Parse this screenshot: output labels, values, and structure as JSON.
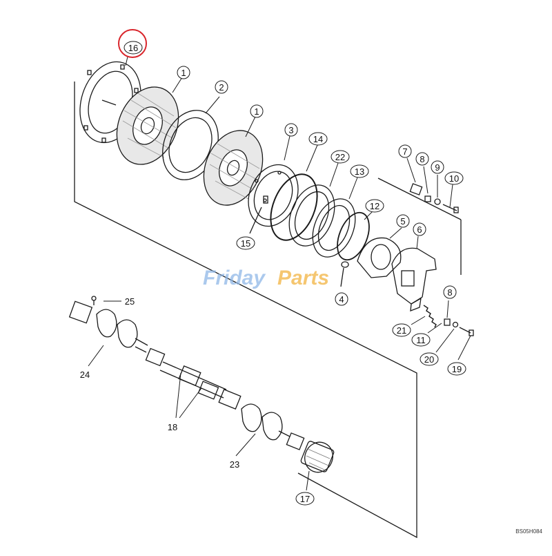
{
  "diagram": {
    "callouts": [
      {
        "id": "c16",
        "text": "16",
        "circled": true
      },
      {
        "id": "c1a",
        "text": "1",
        "circled": true
      },
      {
        "id": "c2",
        "text": "2",
        "circled": true
      },
      {
        "id": "c1b",
        "text": "1",
        "circled": true
      },
      {
        "id": "c3",
        "text": "3",
        "circled": true
      },
      {
        "id": "c14",
        "text": "14",
        "circled": true
      },
      {
        "id": "c22",
        "text": "22",
        "circled": true
      },
      {
        "id": "c13",
        "text": "13",
        "circled": true
      },
      {
        "id": "c12",
        "text": "12",
        "circled": true
      },
      {
        "id": "c7",
        "text": "7",
        "circled": true
      },
      {
        "id": "c8a",
        "text": "8",
        "circled": true
      },
      {
        "id": "c9",
        "text": "9",
        "circled": true
      },
      {
        "id": "c10",
        "text": "10",
        "circled": true
      },
      {
        "id": "c5",
        "text": "5",
        "circled": true
      },
      {
        "id": "c6",
        "text": "6",
        "circled": true
      },
      {
        "id": "c15",
        "text": "15",
        "circled": true
      },
      {
        "id": "c4",
        "text": "4",
        "circled": true
      },
      {
        "id": "c8b",
        "text": "8",
        "circled": true
      },
      {
        "id": "c21",
        "text": "21",
        "circled": true
      },
      {
        "id": "c11",
        "text": "11",
        "circled": true
      },
      {
        "id": "c20",
        "text": "20",
        "circled": true
      },
      {
        "id": "c19",
        "text": "19",
        "circled": true
      },
      {
        "id": "c17",
        "text": "17",
        "circled": true
      },
      {
        "id": "c25",
        "text": "25",
        "circled": false
      },
      {
        "id": "c24",
        "text": "24",
        "circled": false
      },
      {
        "id": "c18",
        "text": "18",
        "circled": false
      },
      {
        "id": "c23",
        "text": "23",
        "circled": false
      }
    ],
    "highlighted_callout": "16",
    "highlight_color": "#d9262c",
    "line_color": "#1a1a1a",
    "figure_code": "BS05H084",
    "watermark": {
      "part1": "Friday",
      "part2": "Parts",
      "color1": "#8fb8e8",
      "color2": "#f2b441"
    }
  }
}
